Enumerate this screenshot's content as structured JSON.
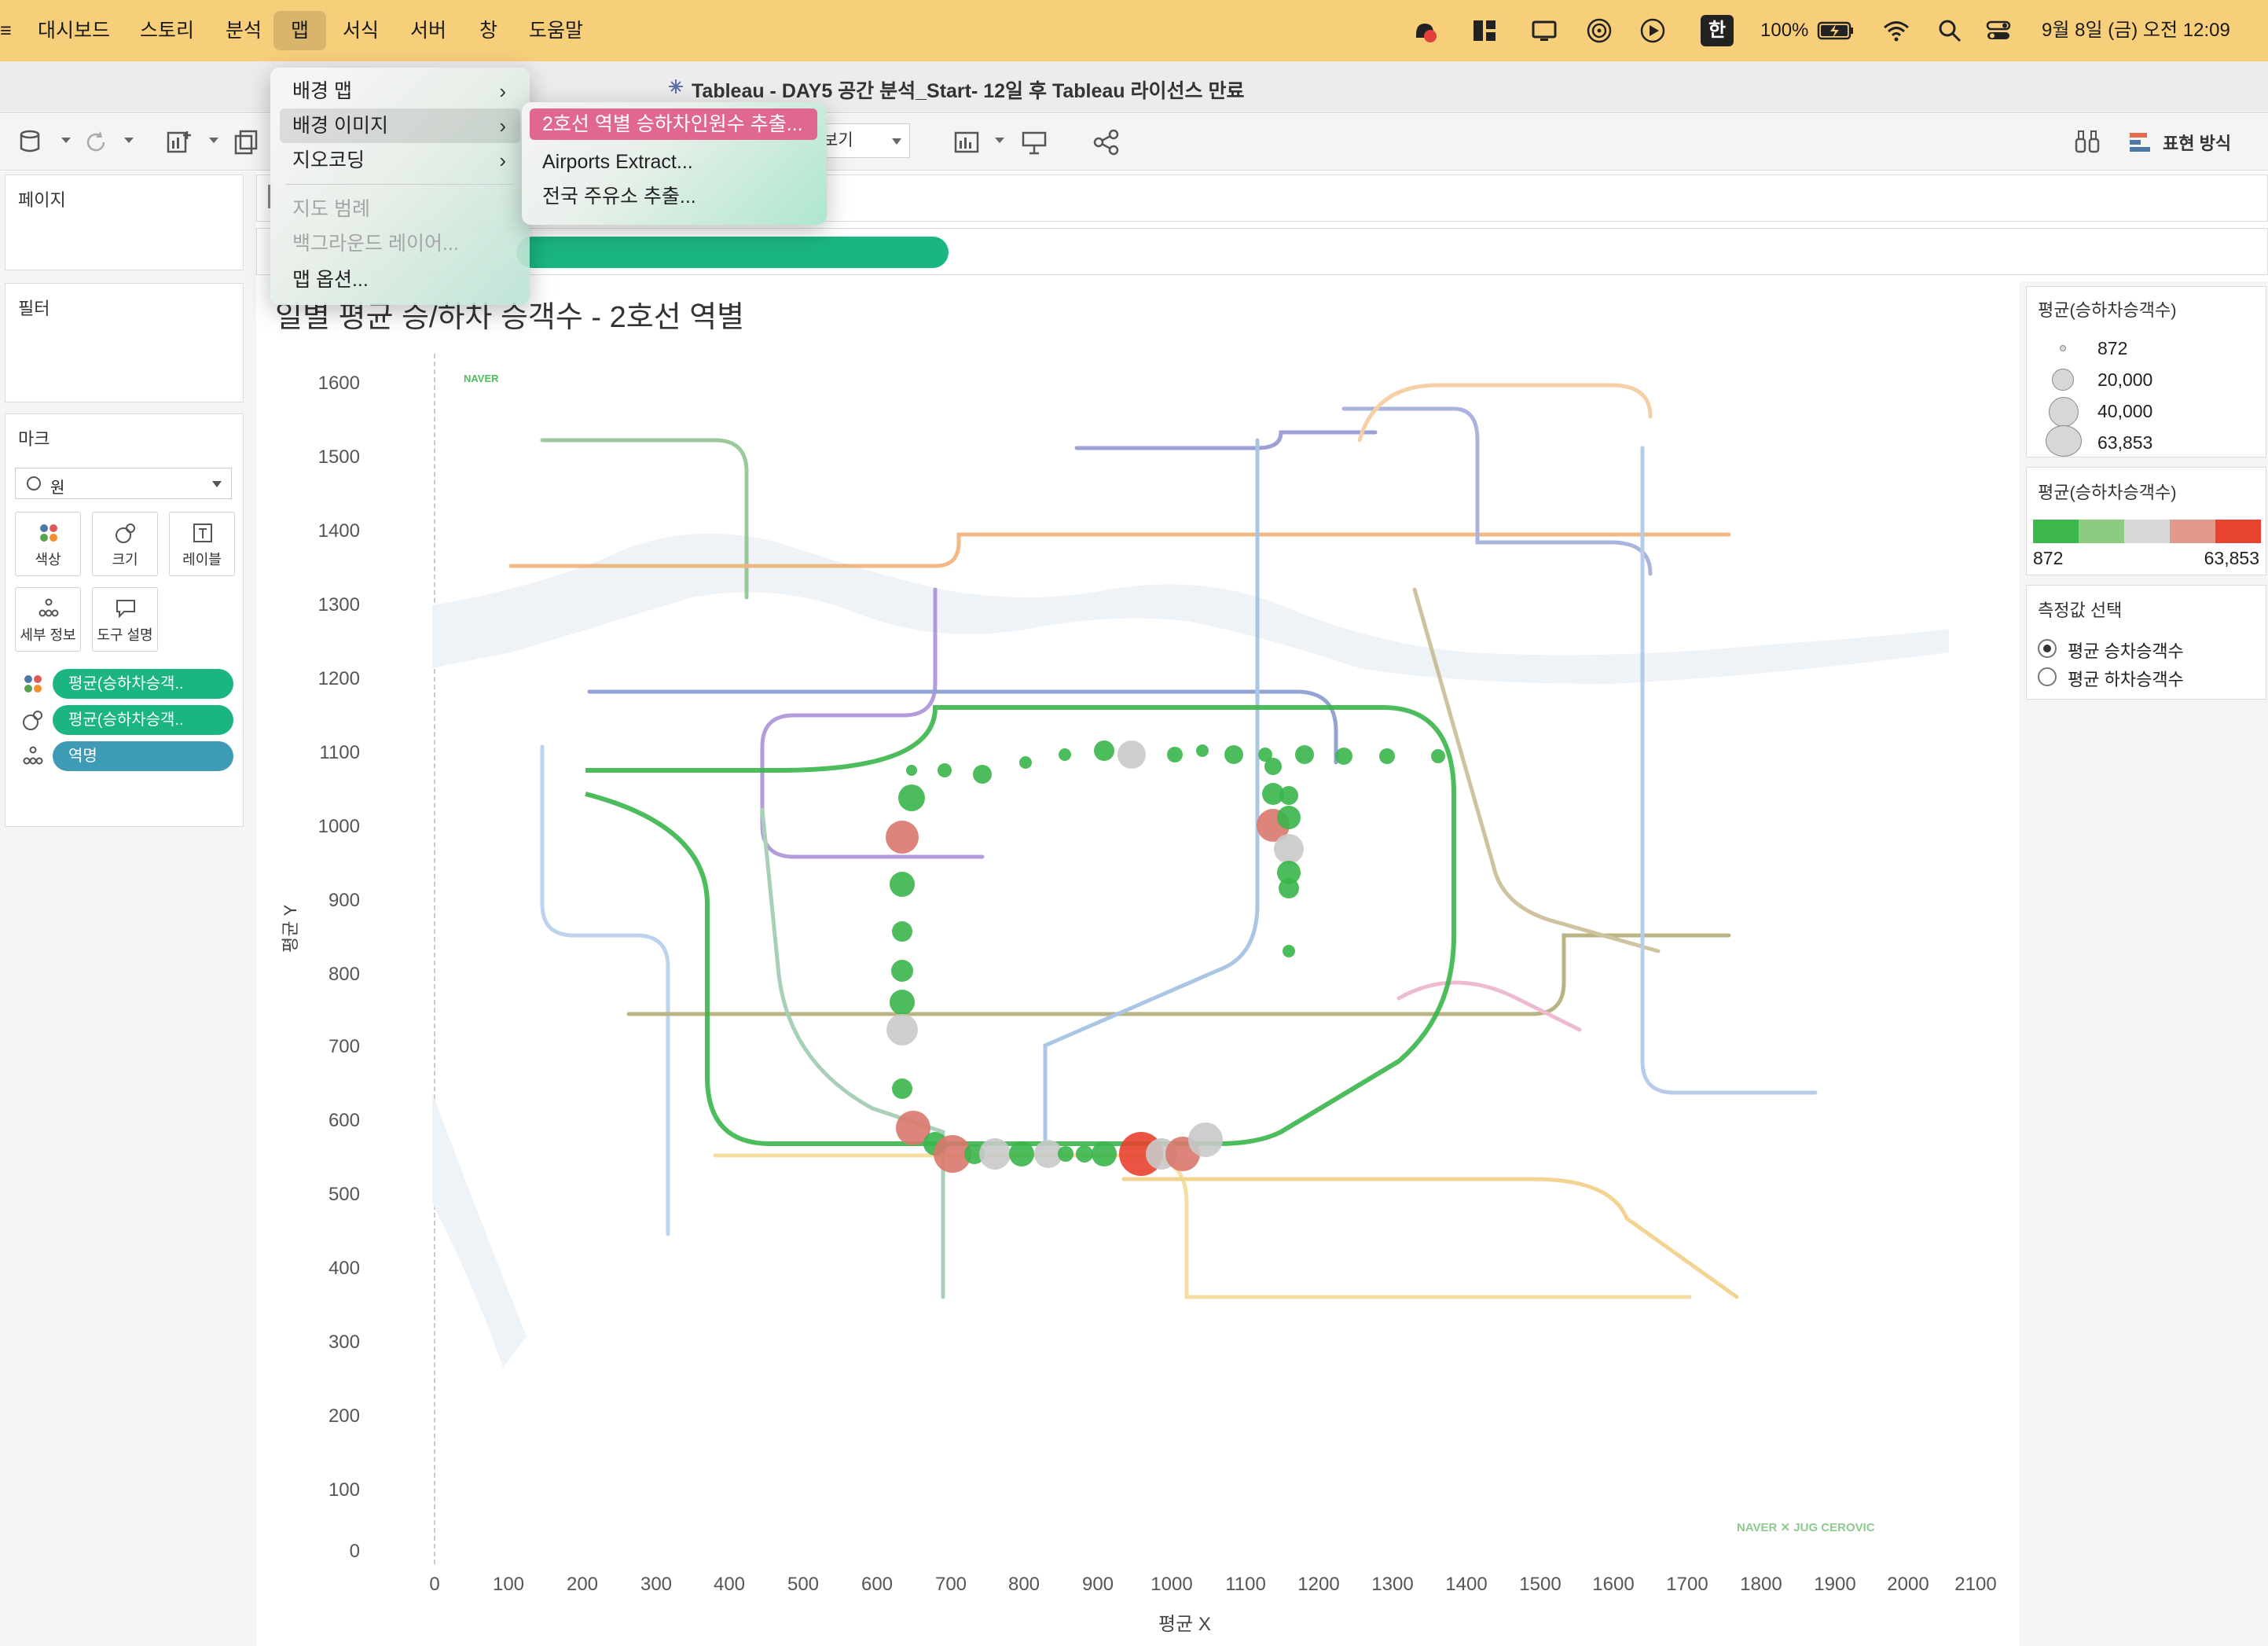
{
  "menubar": {
    "apple": "≡",
    "items": [
      "대시보드",
      "스토리",
      "분석",
      "맵",
      "서식",
      "서버",
      "창",
      "도움말"
    ],
    "active_item": "맵",
    "battery": "100%",
    "input_method": "한",
    "clock": "9월 8일 (금) 오전 12:09"
  },
  "window": {
    "title": "Tableau - DAY5 공간 분석_Start- 12일 후 Tableau 라이선스 만료"
  },
  "toolbar": {
    "fit_dropdown": "보기",
    "show_me": "표현 방식"
  },
  "map_menu": {
    "items": [
      {
        "label": "배경 맵",
        "submenu": true,
        "disabled": false
      },
      {
        "label": "배경 이미지",
        "submenu": true,
        "disabled": false,
        "highlighted": true
      },
      {
        "label": "지오코딩",
        "submenu": true,
        "disabled": false
      },
      {
        "label": "지도 범례",
        "submenu": false,
        "disabled": true
      },
      {
        "label": "백그라운드 레이어...",
        "submenu": false,
        "disabled": true
      },
      {
        "label": "맵 옵션...",
        "submenu": false,
        "disabled": false
      }
    ]
  },
  "background_image_submenu": {
    "items": [
      "2호선 역별 승하차인원수 추출...",
      "Airports Extract...",
      "전국 주유소 추출..."
    ],
    "selected_index": 0
  },
  "left_pane": {
    "pages": "페이지",
    "filters": "필터",
    "marks": "마크",
    "mark_type": "원",
    "mark_buttons": [
      "색상",
      "크기",
      "레이블",
      "세부 정보",
      "도구 설명"
    ],
    "pills": [
      {
        "label": "평균(승하차승객..",
        "encoding": "color"
      },
      {
        "label": "평균(승하차승객..",
        "encoding": "size"
      },
      {
        "label": "역명",
        "encoding": "detail"
      }
    ]
  },
  "worksheet": {
    "title": "일별 평균 승/하차 승객수 - 2호선 역별",
    "y_axis_title": "평균 Y",
    "x_axis_title": "평균 X",
    "y_ticks": [
      "1600",
      "1500",
      "1400",
      "1300",
      "1200",
      "1100",
      "1000",
      "900",
      "800",
      "700",
      "600",
      "500",
      "400",
      "300",
      "200",
      "100",
      "0"
    ],
    "x_ticks": [
      "0",
      "100",
      "200",
      "300",
      "400",
      "500",
      "600",
      "700",
      "800",
      "900",
      "1000",
      "1100",
      "1200",
      "1300",
      "1400",
      "1500",
      "1600",
      "1700",
      "1800",
      "1900",
      "2000",
      "2100"
    ],
    "map_brand_top": "NAVER",
    "map_brand_bottom": "NAVER ✕ JUG CEROVIC"
  },
  "legends": {
    "size_title": "평균(승하차승객수)",
    "size_values": [
      "872",
      "20,000",
      "40,000",
      "63,853"
    ],
    "color_title": "평균(승하차승객수)",
    "color_min": "872",
    "color_max": "63,853",
    "parameter_title": "측정값 선택",
    "parameter_options": [
      "평균 승차승객수",
      "평균 하차승객수"
    ],
    "parameter_selected": 0
  },
  "colors": {
    "menubar": "#f7ce7a",
    "pill_green": "#1bb582",
    "pill_blue": "#3e9bb5",
    "line2_green": "#3ab54a",
    "size_max": "#e8432f"
  }
}
